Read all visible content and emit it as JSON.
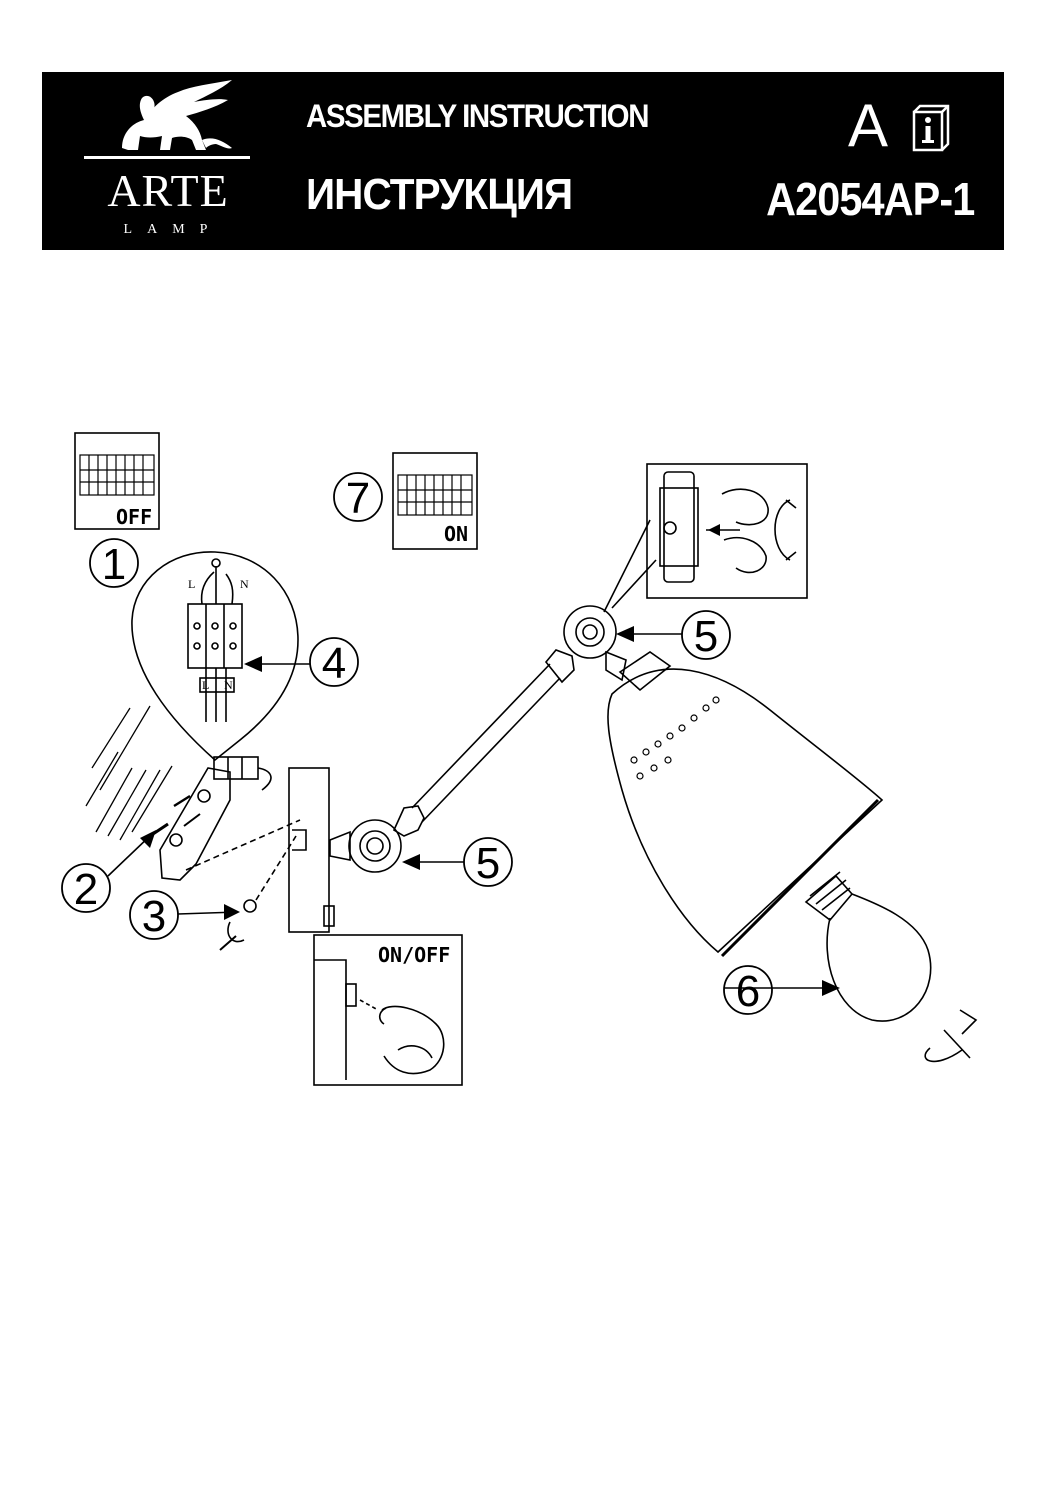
{
  "header": {
    "brand_name": "ARTE",
    "brand_sub": "LAMP",
    "title_en": "ASSEMBLY INSTRUCTION",
    "title_ru": "ИНСТРУКЦИЯ",
    "lang_letter": "A",
    "model": "A2054AP-1",
    "icons": [
      "griffin-logo-icon",
      "info-manual-icon"
    ]
  },
  "diagram": {
    "panels": {
      "power_off_label": "OFF",
      "power_on_label": "ON",
      "switch_label": "ON/OFF"
    },
    "wiring": {
      "live": "L",
      "neutral": "N"
    },
    "steps": [
      "1",
      "2",
      "3",
      "4",
      "5",
      "5",
      "6",
      "7"
    ],
    "colors": {
      "ink": "#000000",
      "paper": "#ffffff",
      "header_bg": "#000000"
    }
  }
}
